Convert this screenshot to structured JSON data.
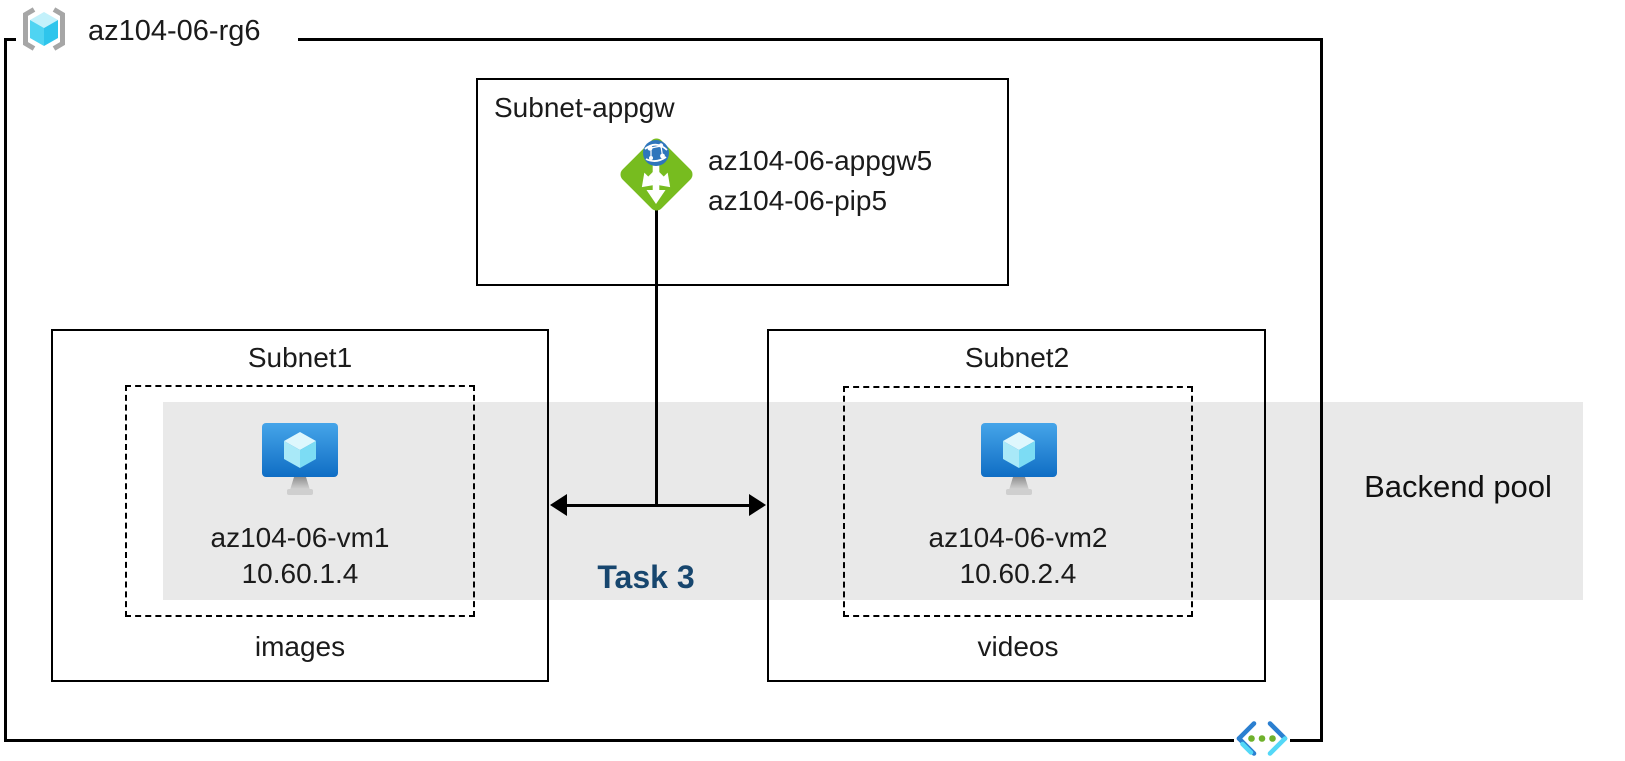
{
  "resource_group": {
    "name": "az104-06-rg6"
  },
  "appgw_subnet": {
    "title": "Subnet-appgw",
    "gateway_name": "az104-06-appgw5",
    "public_ip_name": "az104-06-pip5"
  },
  "subnet1": {
    "title": "Subnet1",
    "vm_name": "az104-06-vm1",
    "vm_ip": "10.60.1.4",
    "folder_label": "images"
  },
  "subnet2": {
    "title": "Subnet2",
    "vm_name": "az104-06-vm2",
    "vm_ip": "10.60.2.4",
    "folder_label": "videos"
  },
  "annotations": {
    "task_label": "Task 3",
    "backend_pool_label": "Backend pool"
  },
  "icons": {
    "resource_group": "resource-group-icon",
    "application_gateway": "application-gateway-icon",
    "virtual_machine_1": "virtual-machine-icon",
    "virtual_machine_2": "virtual-machine-icon",
    "virtual_network": "virtual-network-icon"
  },
  "colors": {
    "border": "#000000",
    "backend_band_gray": "#e9e9e9",
    "task_label_navy": "#17466e",
    "appgw_green": "#77bc1f",
    "appgw_globe_blue": "#2e76bc",
    "vm_screen_blue_top": "#46a5e9",
    "vm_screen_blue_bottom": "#0f6dc4",
    "rg_cube_cyan": "#45ccf0",
    "vnet_bracket_blue": "#2b7fd0",
    "vnet_bracket_cyan": "#54d8f7",
    "vnet_dot_green": "#6fb12c"
  }
}
